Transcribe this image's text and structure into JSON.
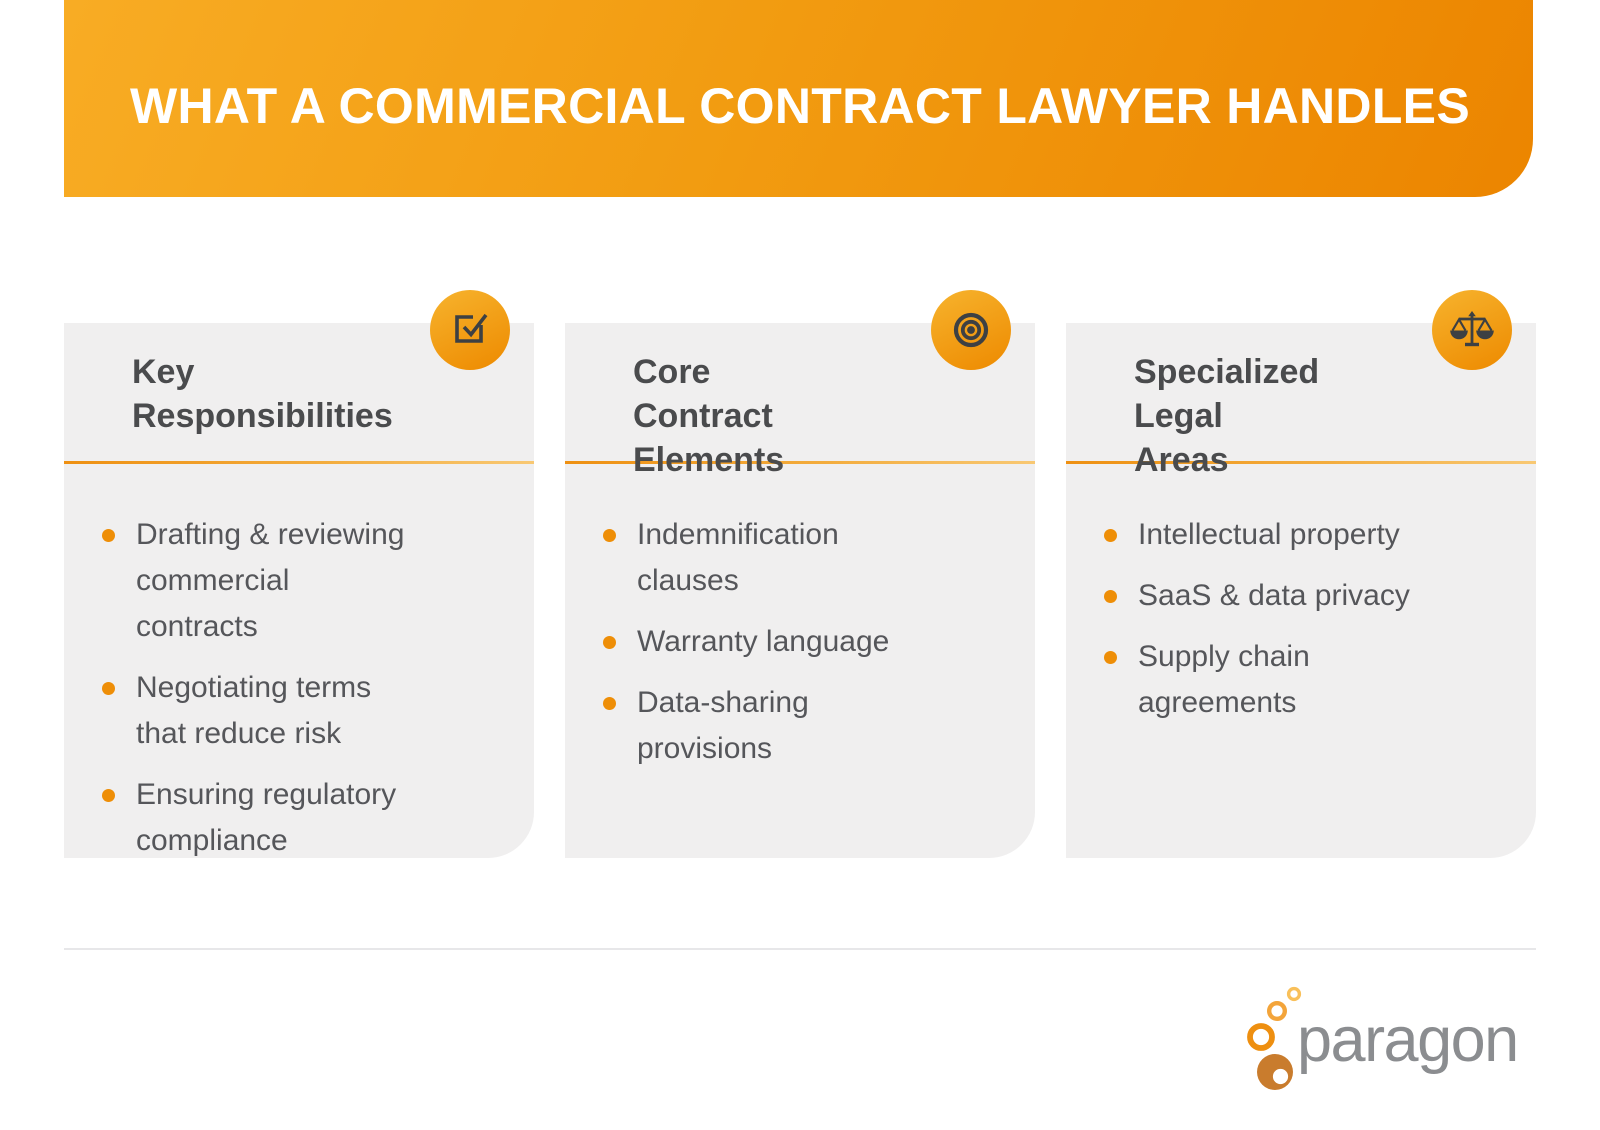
{
  "header": {
    "title": "WHAT A COMMERCIAL CONTRACT LAWYER HANDLES"
  },
  "columns": [
    {
      "icon": "checkbox-check-icon",
      "title": "Key Responsibilities",
      "items": [
        "Drafting & reviewing commercial contracts",
        "Negotiating terms that reduce risk",
        "Ensuring regulatory compliance"
      ]
    },
    {
      "icon": "bullseye-target-icon",
      "title": "Core Contract Elements",
      "items": [
        "Indemnification clauses",
        "Warranty language",
        "Data-sharing provisions"
      ]
    },
    {
      "icon": "scales-of-justice-icon",
      "title": "Specialized Legal Areas",
      "items": [
        "Intellectual property",
        "SaaS & data privacy",
        "Supply chain agreements"
      ]
    }
  ],
  "footer": {
    "brand": "paragon"
  },
  "colors": {
    "banner_gradient_start": "#f8ac24",
    "banner_gradient_end": "#ec8500",
    "accent_orange": "#ee8e07",
    "card_background": "#f0efef",
    "title_text": "#4a4b4d",
    "body_text": "#55565a",
    "icon_stroke": "#3d4043",
    "logo_text": "#8b8d90",
    "logo_bubble_dark": "#c97c2d"
  }
}
